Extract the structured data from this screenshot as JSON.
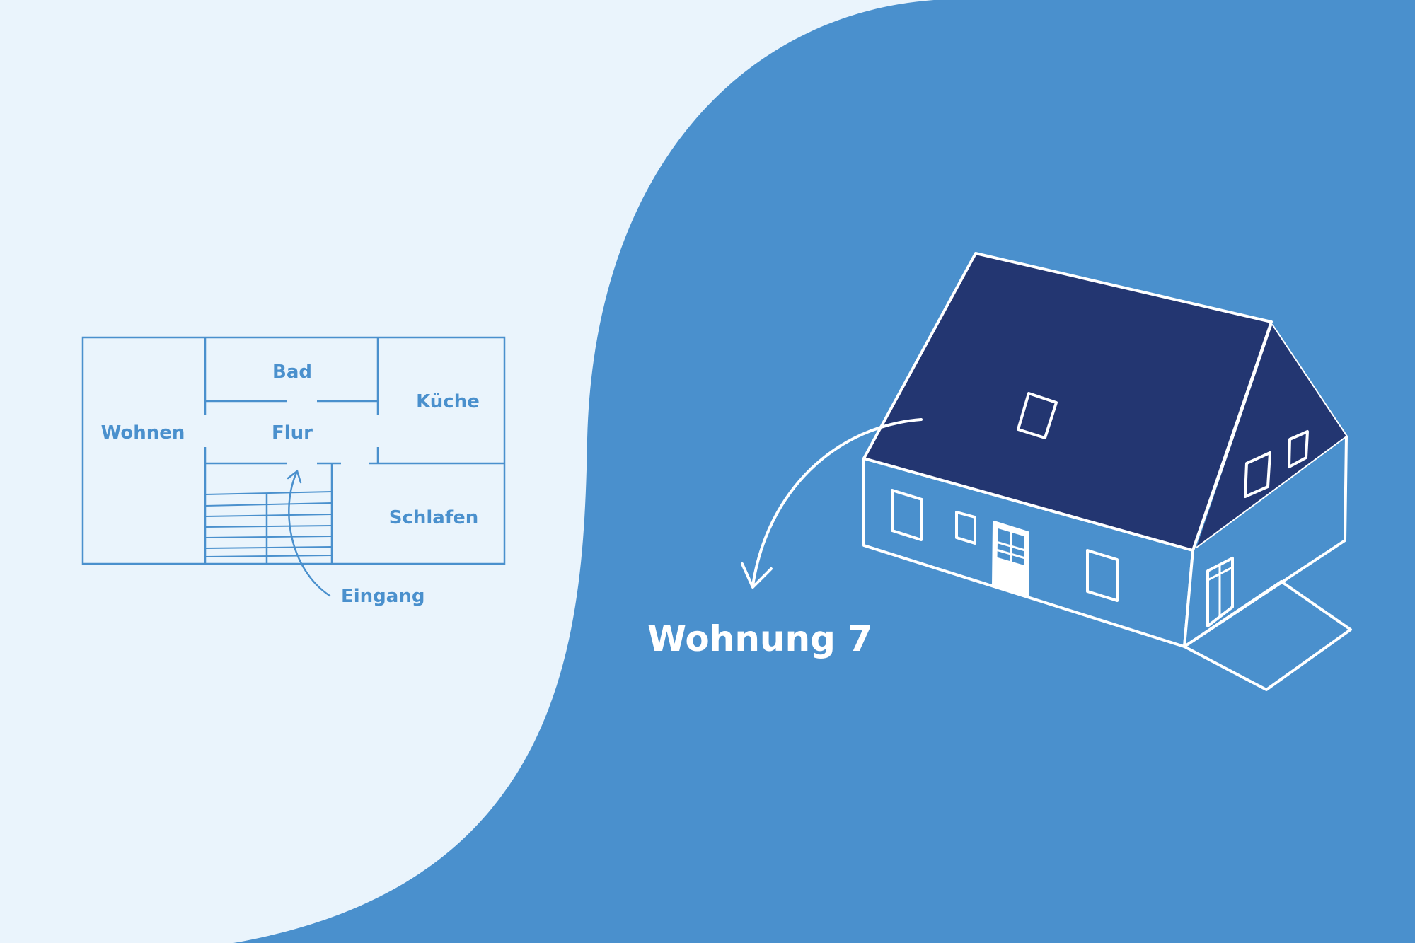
{
  "colors": {
    "background_light": "#EAF4FC",
    "background_blue": "#4A90CD",
    "roof_navy": "#233671",
    "line_white": "#FFFFFF",
    "plan_line": "#4A90CD"
  },
  "floor_plan": {
    "rooms": {
      "bad": "Bad",
      "kueche": "Küche",
      "wohnen": "Wohnen",
      "flur": "Flur",
      "schlafen": "Schlafen"
    },
    "entrance_label": "Eingang"
  },
  "house": {
    "label": "Wohnung 7"
  }
}
